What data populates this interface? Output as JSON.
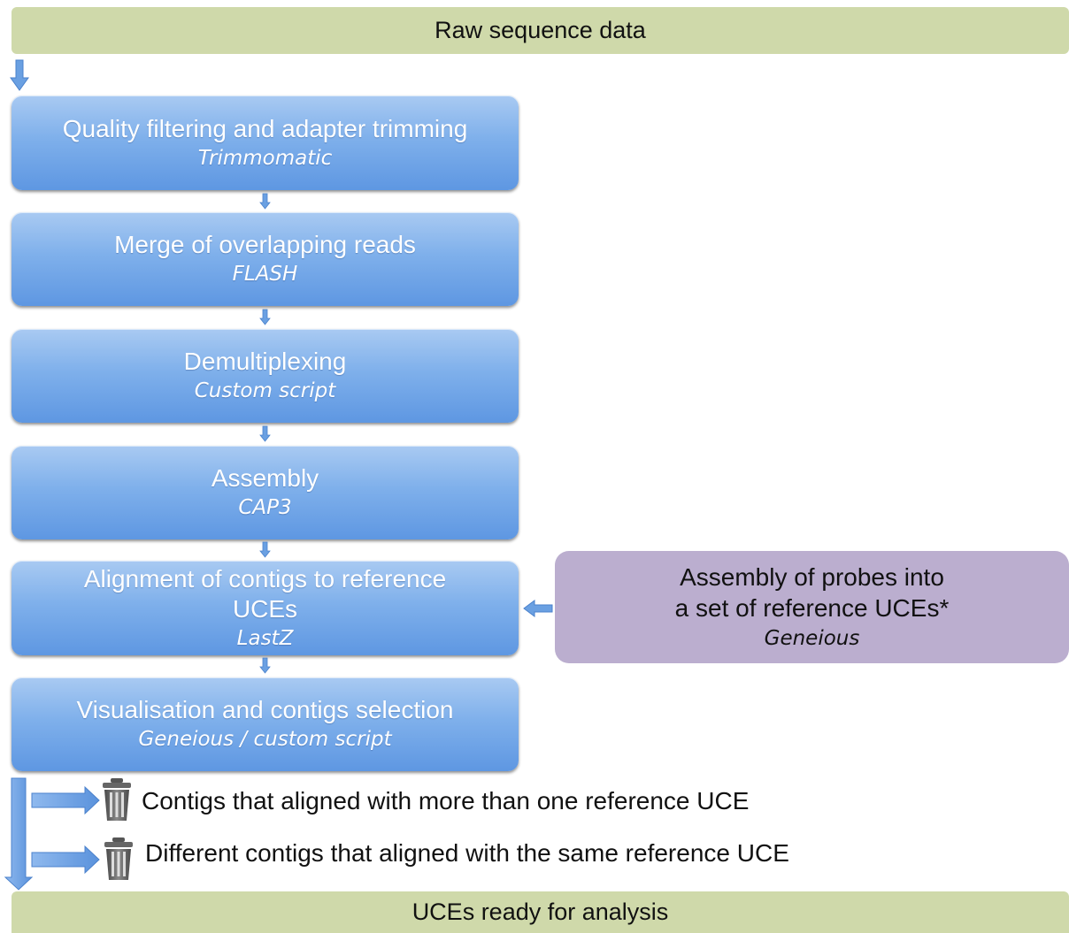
{
  "top_band": {
    "label": "Raw sequence data"
  },
  "steps": [
    {
      "title": "Quality filtering and adapter trimming",
      "tool": "Trimmomatic"
    },
    {
      "title": "Merge of overlapping reads",
      "tool": "FLASH"
    },
    {
      "title": "Demultiplexing",
      "tool": "Custom script"
    },
    {
      "title": "Assembly",
      "tool": "CAP3"
    },
    {
      "title_line1": "Alignment of contigs to reference",
      "title_line2": "UCEs",
      "tool": "LastZ"
    },
    {
      "title": "Visualisation and contigs selection",
      "tool": "Geneious / custom script"
    }
  ],
  "side_box": {
    "line1": "Assembly of probes into",
    "line2": "a set of reference UCEs*",
    "tool": "Geneious"
  },
  "discards": [
    {
      "label": "Contigs that aligned with more than one reference UCE",
      "icon": "trash-icon"
    },
    {
      "label": "Different contigs that  aligned with the same reference UCE",
      "icon": "trash-icon"
    }
  ],
  "bottom_band": {
    "label": "UCEs ready for analysis"
  },
  "colors": {
    "band": "#cfd9aa",
    "step_top": "#a9caf2",
    "step_bottom": "#5e97e2",
    "side_box": "#bbaecf",
    "arrow": "#6aa0e2"
  }
}
